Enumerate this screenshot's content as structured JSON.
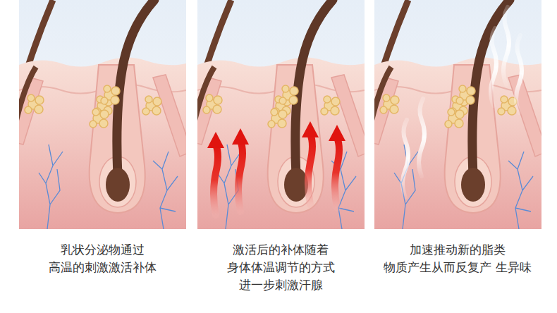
{
  "diagram": {
    "labels": [
      "乳状分泌物通过 高温的刺激激活补体",
      "激活后的补体随着 身体体温调节的方式 进一步刺激汗腺",
      "加速推动新的脂类 物质产生从而反复产 生异味"
    ]
  }
}
